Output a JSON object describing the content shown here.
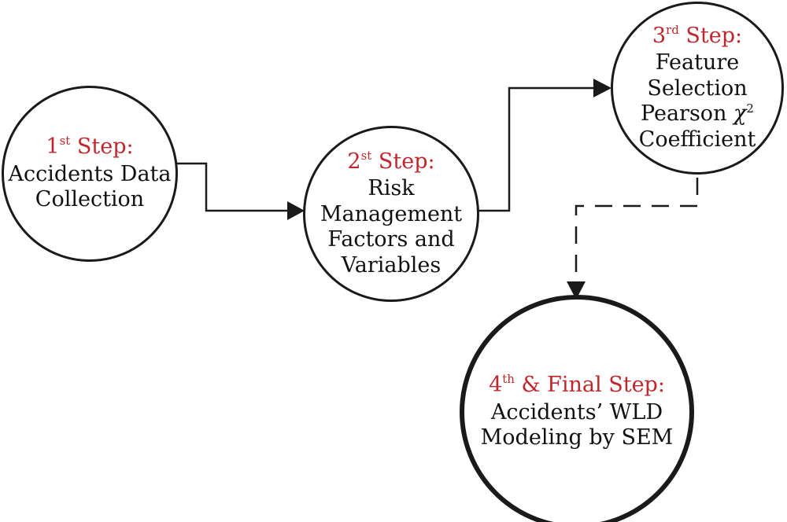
{
  "diagram": {
    "steps": [
      {
        "id": "step1",
        "ordinal": "1",
        "ordinal_suffix": "st",
        "title_rest": " Step:",
        "lines": [
          "Accidents Data",
          "Collection"
        ]
      },
      {
        "id": "step2",
        "ordinal": "2",
        "ordinal_suffix": "st",
        "title_rest": " Step:",
        "lines": [
          "Risk",
          "Management",
          "Factors and",
          "Variables"
        ]
      },
      {
        "id": "step3",
        "ordinal": "3",
        "ordinal_suffix": "rd",
        "title_rest": " Step:",
        "lines": [
          "Feature",
          "Selection",
          "Pearson "
        ],
        "chi_symbol": "χ",
        "chi_exponent": "2",
        "last_line": "Coefficient"
      },
      {
        "id": "step4",
        "ordinal": "4",
        "ordinal_suffix": "th",
        "title_rest": " & Final Step:",
        "lines": [
          "Accidents’ WLD",
          "Modeling by SEM"
        ]
      }
    ],
    "connections": [
      {
        "from": "step1",
        "to": "step2",
        "style": "solid"
      },
      {
        "from": "step2",
        "to": "step3",
        "style": "solid"
      },
      {
        "from": "step3",
        "to": "step4",
        "style": "dashed"
      }
    ],
    "colors": {
      "step_title": "#c0272d",
      "text": "#111111",
      "stroke": "#1a1a1a",
      "background": "#ffffff"
    }
  }
}
